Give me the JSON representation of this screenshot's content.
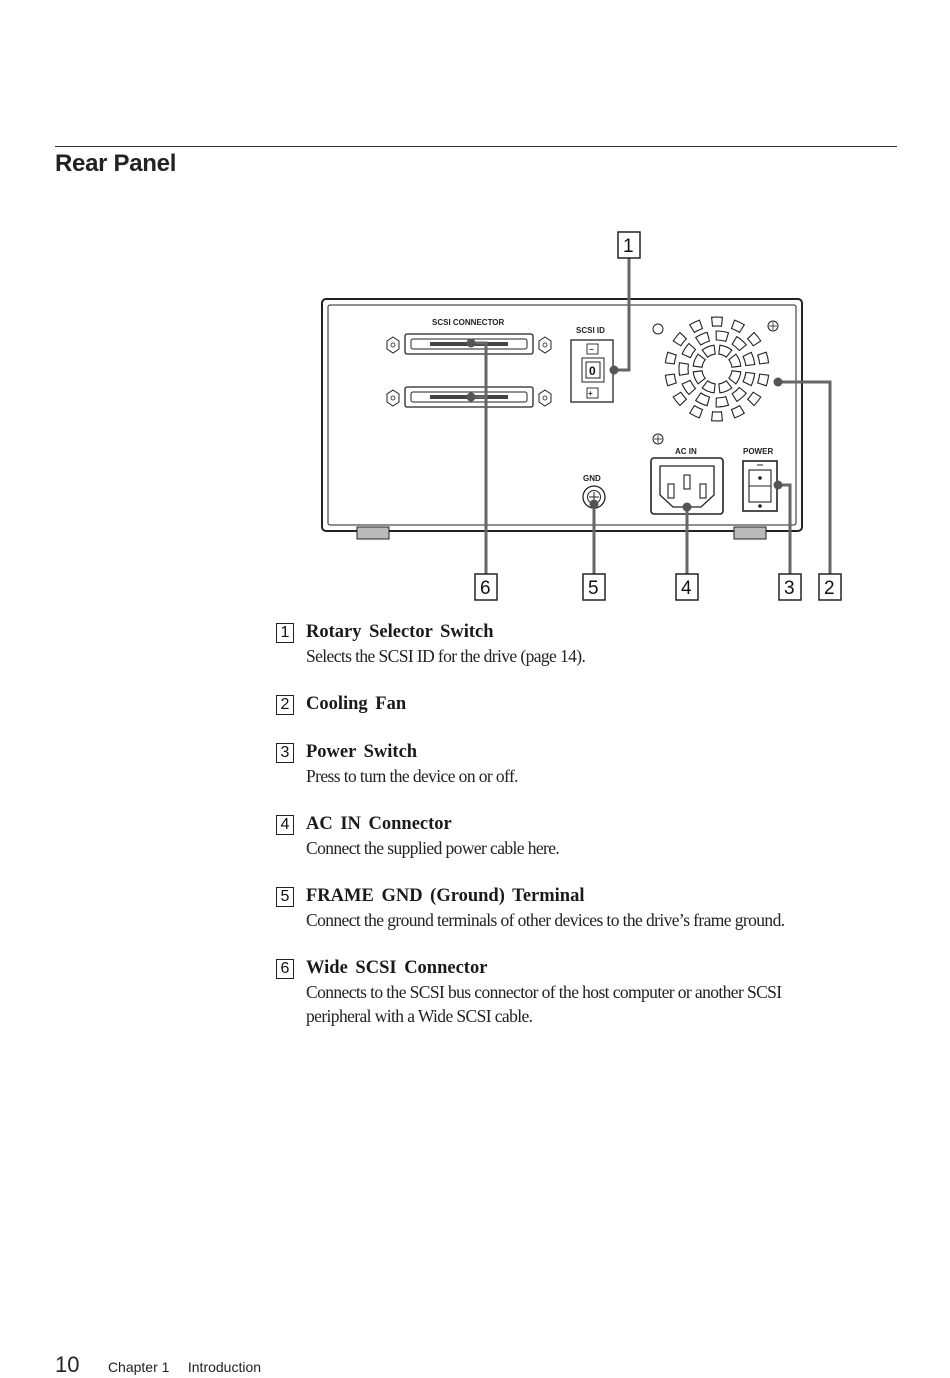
{
  "section": {
    "title": "Rear Panel"
  },
  "figure": {
    "labels": {
      "scsi_connector": "SCSI CONNECTOR",
      "scsi_id": "SCSI ID",
      "scsi_id_value": "0",
      "minus": "−",
      "plus": "+",
      "gnd": "GND",
      "ac_in": "AC IN",
      "power": "POWER"
    },
    "callouts": [
      "1",
      "2",
      "3",
      "4",
      "5",
      "6"
    ]
  },
  "items": [
    {
      "num": "1",
      "title": "Rotary Selector Switch",
      "desc": "Selects the SCSI ID for the drive (page 14)."
    },
    {
      "num": "2",
      "title": "Cooling Fan",
      "desc": ""
    },
    {
      "num": "3",
      "title": "Power Switch",
      "desc": "Press to turn the device on or off."
    },
    {
      "num": "4",
      "title": "AC IN Connector",
      "desc": "Connect the supplied power cable here."
    },
    {
      "num": "5",
      "title": "FRAME GND (Ground) Terminal",
      "desc": "Connect the ground terminals of other devices to the drive’s frame ground."
    },
    {
      "num": "6",
      "title": "Wide SCSI Connector",
      "desc": "Connects to the SCSI bus connector of the host computer or another SCSI peripheral with a Wide SCSI cable."
    }
  ],
  "footer": {
    "page_number": "10",
    "chapter": "Chapter 1",
    "chapter_title": "Introduction"
  }
}
